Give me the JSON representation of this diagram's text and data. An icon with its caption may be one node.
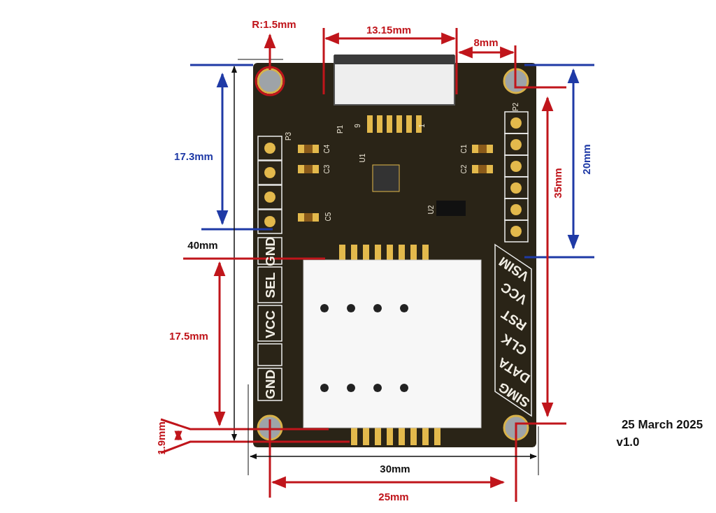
{
  "diagram": {
    "labels": [
      "R:1.5mm",
      "13.15mm",
      "8mm",
      "P1",
      "9",
      "1",
      "P2",
      "P3",
      "C4",
      "C1",
      "U1",
      "C3",
      "C2",
      "17.3mm",
      "20mm",
      "35mm",
      "U2",
      "C5",
      "40mm",
      "GND",
      "SEL",
      "VCC",
      "GND",
      "VSIM",
      "VCC",
      "RST",
      "CLK",
      "DATA",
      "SIMG",
      "17.5mm",
      "1.9mm",
      "30mm",
      "25mm",
      "25 March 2025",
      "v1.0"
    ]
  }
}
